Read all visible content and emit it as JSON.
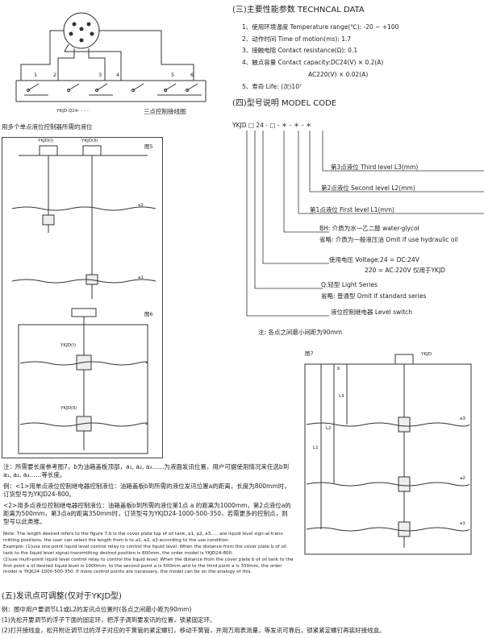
{
  "wiring": {
    "model": "YKJD Q24-  -  -  -",
    "caption": "三点控制接线图",
    "terminals": [
      "1",
      "2",
      "3",
      "4",
      "5",
      "6"
    ]
  },
  "specs": {
    "heading": "(三)主要性能参数  TECHNCAL DATA",
    "items": [
      "1、使用环境温度 Temperature range(℃): -20 ~ +100",
      "2、动作时间 Time of motion(ms): 1.7",
      "3、接触电阻 Contact resistance(Ω): 0.1",
      "4、触点容量 Contact capacity:DC24(V) × 0.2(A)",
      "AC220(V) × 0.02(A)",
      "5、寿命 Life: (次)10⁷"
    ]
  },
  "model_code": {
    "heading": "(四)型号说明  MODEL CODE",
    "code": "YKJD □ 24 - □ - ＊ - ＊ - ＊",
    "labels": [
      "第3点液位 Third level L3(mm)",
      "第2点液位 Second level L2(mm)",
      "第1点液位 First level L1(mm)",
      "BH: 介质为水一乙二醇 water-glycol",
      "省略: 介质为一般液压油 Omit if use hydraulic oil",
      "使用电压 Voltage:24 = DC:24V",
      "220 = AC:220V 仅用于YKJD",
      "Q:轻型 Light Series",
      "省略: 普通型 Omit if standard series",
      "液位控制继电器 Level switch"
    ],
    "note": "注: 各点之间最小间距为90mm"
  },
  "left": {
    "title": "用多个单点液位控制器所需的液位",
    "fig5": {
      "label": "图5",
      "head1": "YKJD(Ⅰ)",
      "head2": "YKJD(Ⅱ)",
      "a2": "a2",
      "a1": "a1"
    },
    "fig6": {
      "label": "图6",
      "head1": "YKJD(Ⅰ)",
      "head2": "YKJD(Ⅱ)"
    }
  },
  "fig7": {
    "label": "图7",
    "head": "YKJD",
    "b": "b",
    "l1": "L1",
    "l2": "L2",
    "l3": "L3",
    "a1": "a1",
    "a2": "a2",
    "a3": "a3"
  },
  "notes": {
    "zh1": "注：所需要长度参考图7，b为油箱盖板顶部，a₁, a₂, a₃……为液面发讯位置，用户可据使用情况来任选b到a₁, a₂, a₃……等长度。",
    "zh2": "例：<1>用单点液位控制继电器控制液位：油箱盖板b到所需的液位发讯位置a的距离，长度为800mm时，订货型号为YKJD24-800。",
    "zh3": "<2>用多点液位控制继电器控制液位：油箱盖板b到所需的液位第1点 a 的距离为1000mm，第2点液位a的距离为500mm，第3点a的距离350mm时，订货型号为YKJD24-1000-500-350，若需更多的控制点，则型号以此类推。",
    "en1": "Note: The length desired refers to the figure 7,b is the cover plate top of oil tank, a1, a2, a3……are liquid level sign-al-trans-mitting positions, the user can select the length from b to a1, a2, a3 according to the use condition.",
    "en2": "Example: (1)use one-point liquid level control relay to control the liquid level: When the distance from the cover plate b of oil tank to the liquid level signal-transmitting desired position is 800mm, the order model is YKJD24-800.",
    "en3": "(2)use multi-point liquid level control relay to control the liquid level: When the distance from the cover plate b of oil tank to the first point a of desired liquid level is 1000mm, to the second point a is 500mm and to the third point a is 350mm, the order model is YKJK24-1000-500-350. If more control points are necessary, the model can be on the analogy of this."
  },
  "adjust": {
    "heading": "(五)发讯点可调整(仅对于YKJD型)",
    "line1": "例：图中用户要调节L1或L2的发讯点位置时(各点之间最小距为90mm)",
    "line2": "(1)先松开要调节的浮子下面的固定环，把浮子调到要发讯的位置，锁紧固定环。",
    "line3": "(2)打开接线盒，松开附近调节过的浮子对应的干簧管的紧定螺钉，移动干簧管，并用万用表测量，等发讯可靠后，锁紧紧定螺钉再装好接线盒。"
  }
}
